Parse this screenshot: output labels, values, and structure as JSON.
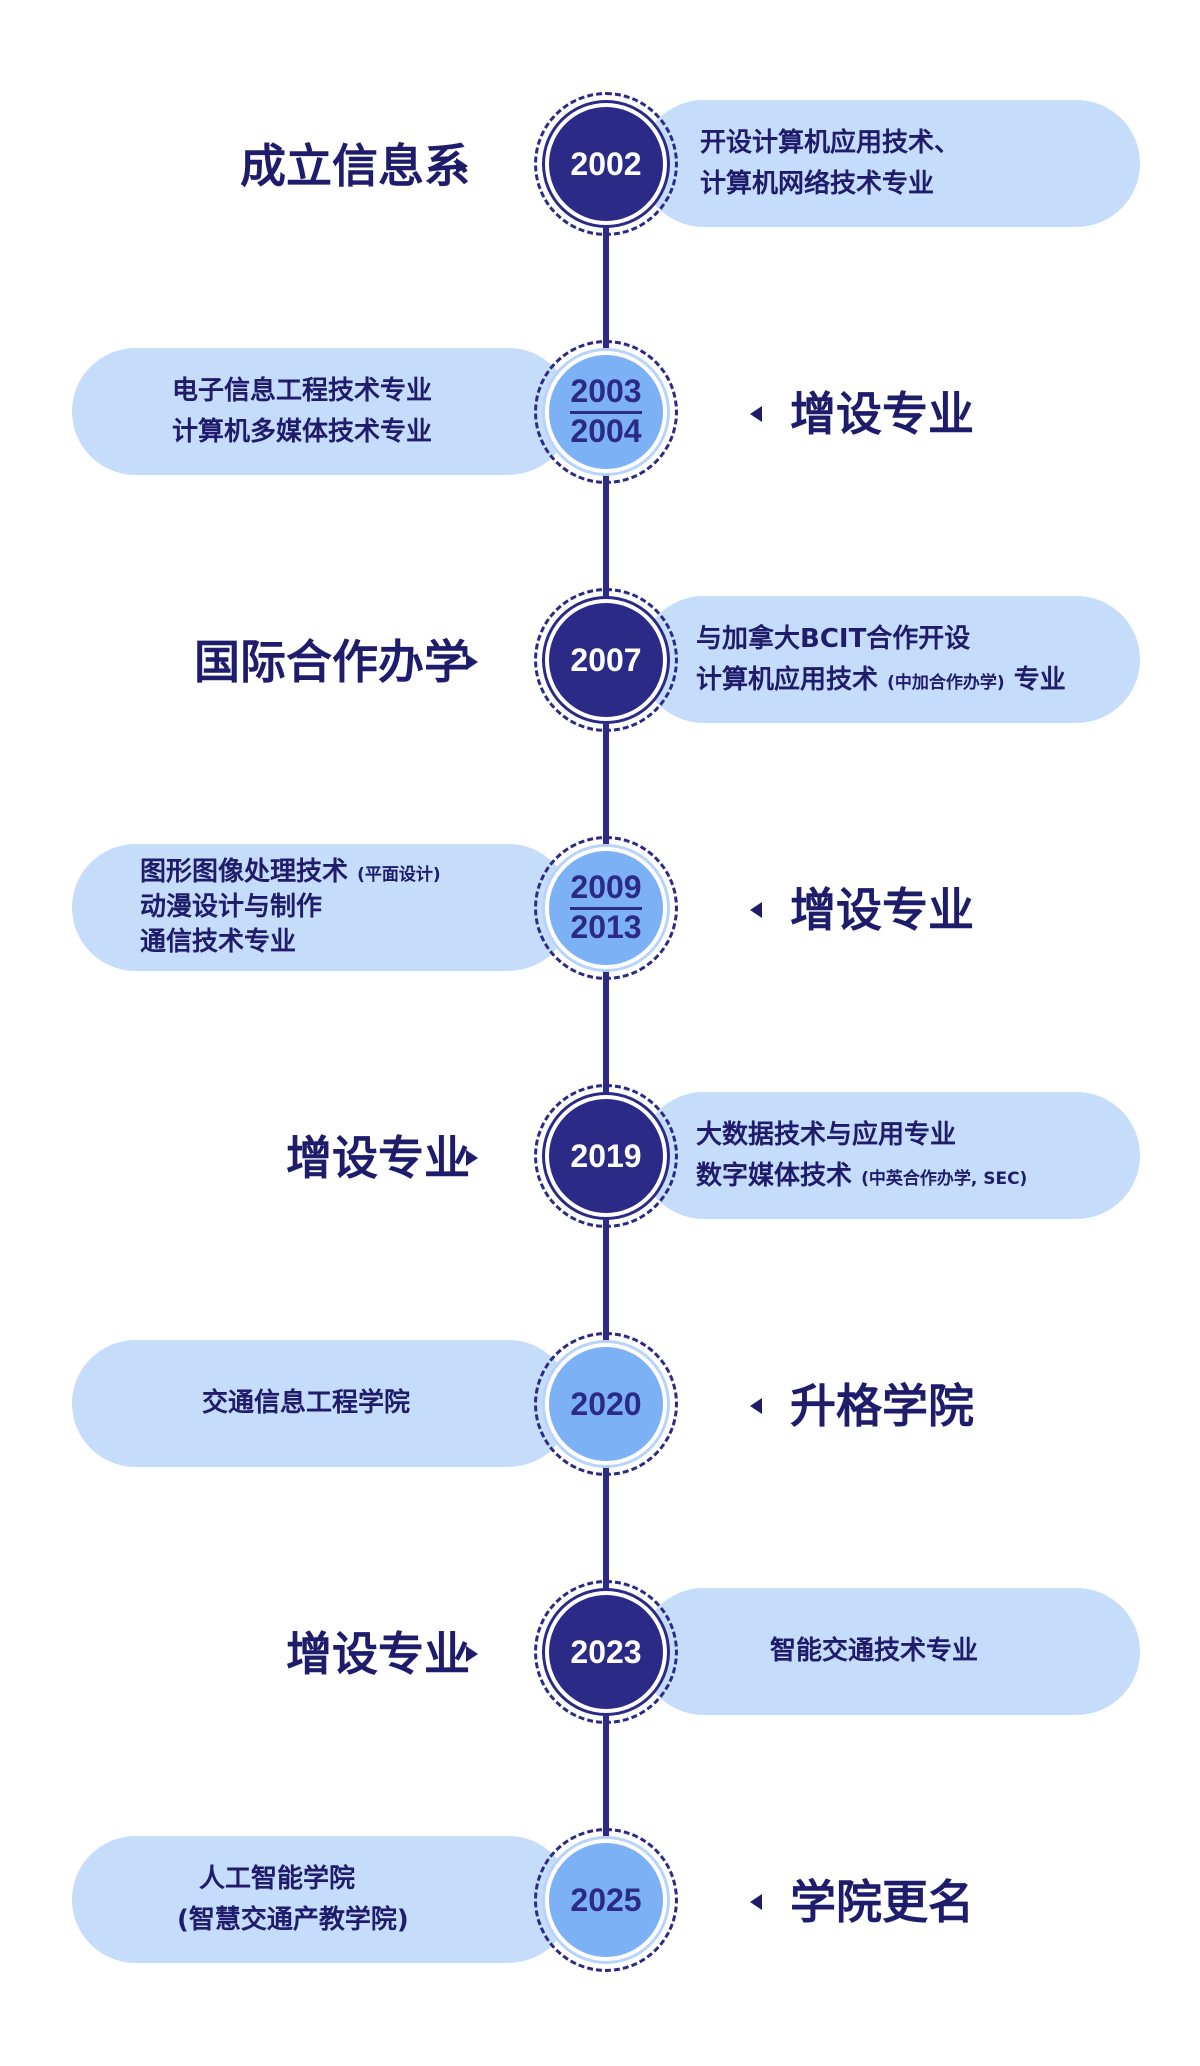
{
  "events": [
    {
      "year": "2002",
      "title": "成立信息系",
      "lines": [
        "开设计算机应用技术、",
        "计算机网络技术专业"
      ]
    },
    {
      "year_start": "2003",
      "year_end": "2004",
      "title": "增设专业",
      "lines": [
        "电子信息工程技术专业",
        "计算机多媒体技术专业"
      ]
    },
    {
      "year": "2007",
      "title": "国际合作办学",
      "line1": "与加拿大BCIT合作开设",
      "line2_main": "计算机应用技术",
      "line2_note": "(中加合作办学)",
      "line2_tail": "专业"
    },
    {
      "year_start": "2009",
      "year_end": "2013",
      "title": "增设专业",
      "line1_main": "图形图像处理技术",
      "line1_note": "(平面设计)",
      "lines": [
        "动漫设计与制作",
        "通信技术专业"
      ]
    },
    {
      "year": "2019",
      "title": "增设专业",
      "line1": "大数据技术与应用专业",
      "line2_main": "数字媒体技术",
      "line2_note": "(中英合作办学, SEC)"
    },
    {
      "year": "2020",
      "title": "升格学院",
      "lines": [
        "交通信息工程学院"
      ]
    },
    {
      "year": "2023",
      "title": "增设专业",
      "lines": [
        "智能交通技术专业"
      ]
    },
    {
      "year": "2025",
      "title": "学院更名",
      "lines": [
        "人工智能学院",
        "(智慧交通产教学院)"
      ]
    }
  ]
}
